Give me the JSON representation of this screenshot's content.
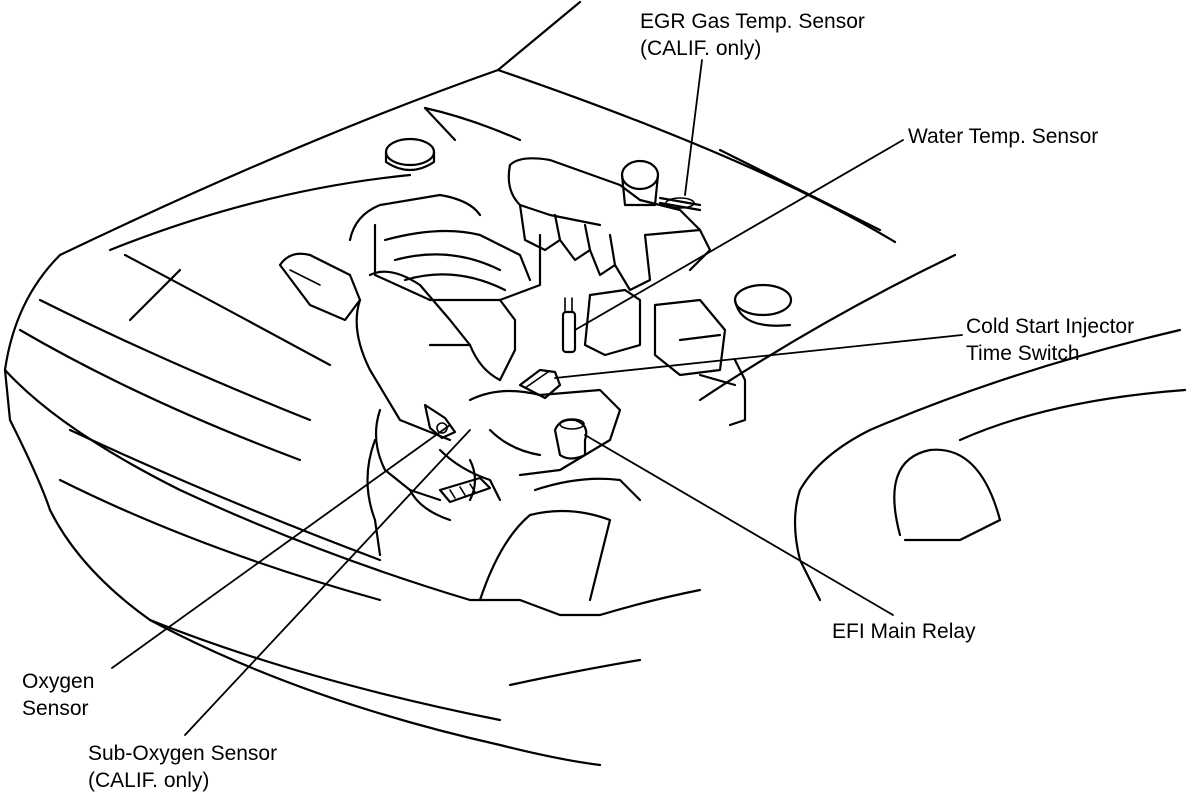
{
  "labels": {
    "egr": [
      "EGR Gas Temp. Sensor",
      "(CALIF. only)"
    ],
    "water": [
      "Water Temp. Sensor"
    ],
    "cold_start": [
      "Cold Start Injector",
      "Time Switch"
    ],
    "efi": [
      "EFI Main Relay"
    ],
    "oxygen": [
      "Oxygen",
      "Sensor"
    ],
    "sub_oxygen": [
      "Sub-Oxygen Sensor",
      "(CALIF. only)"
    ]
  }
}
